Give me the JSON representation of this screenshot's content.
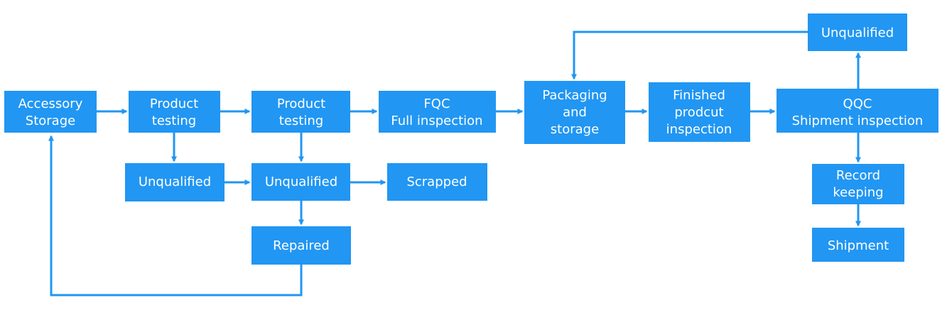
{
  "colors": {
    "box_fill": "#2196F3",
    "text": "#ffffff",
    "connector": "#2196F3",
    "background": "#ffffff"
  },
  "nodes": {
    "accessory_storage": {
      "lines": [
        "Accessory",
        "Storage"
      ]
    },
    "product_testing_1": {
      "lines": [
        "Product",
        "testing"
      ]
    },
    "product_testing_2": {
      "lines": [
        "Product",
        "testing"
      ]
    },
    "fqc": {
      "lines": [
        "FQC",
        "Full inspection"
      ]
    },
    "packaging_storage": {
      "lines": [
        "Packaging",
        "and",
        "storage"
      ]
    },
    "finished_product_inspection": {
      "lines": [
        "Finished",
        "prodcut",
        "inspection"
      ]
    },
    "qqc": {
      "lines": [
        "QQC",
        "Shipment inspection"
      ]
    },
    "unqualified_1": {
      "lines": [
        "Unqualified"
      ]
    },
    "unqualified_2": {
      "lines": [
        "Unqualified"
      ]
    },
    "scrapped": {
      "lines": [
        "Scrapped"
      ]
    },
    "repaired": {
      "lines": [
        "Repaired"
      ]
    },
    "unqualified_qqc": {
      "lines": [
        "Unqualified"
      ]
    },
    "record_keeping": {
      "lines": [
        "Record",
        "keeping"
      ]
    },
    "shipment": {
      "lines": [
        "Shipment"
      ]
    }
  },
  "edges": [
    {
      "from": "accessory_storage",
      "to": "product_testing_1"
    },
    {
      "from": "product_testing_1",
      "to": "product_testing_2"
    },
    {
      "from": "product_testing_2",
      "to": "fqc"
    },
    {
      "from": "fqc",
      "to": "packaging_storage"
    },
    {
      "from": "packaging_storage",
      "to": "finished_product_inspection"
    },
    {
      "from": "finished_product_inspection",
      "to": "qqc"
    },
    {
      "from": "product_testing_1",
      "to": "unqualified_1"
    },
    {
      "from": "product_testing_2",
      "to": "unqualified_2"
    },
    {
      "from": "unqualified_1",
      "to": "unqualified_2"
    },
    {
      "from": "unqualified_2",
      "to": "scrapped"
    },
    {
      "from": "unqualified_2",
      "to": "repaired"
    },
    {
      "from": "repaired",
      "to": "accessory_storage"
    },
    {
      "from": "qqc",
      "to": "unqualified_qqc"
    },
    {
      "from": "unqualified_qqc",
      "to": "packaging_storage"
    },
    {
      "from": "qqc",
      "to": "record_keeping"
    },
    {
      "from": "record_keeping",
      "to": "shipment"
    }
  ]
}
